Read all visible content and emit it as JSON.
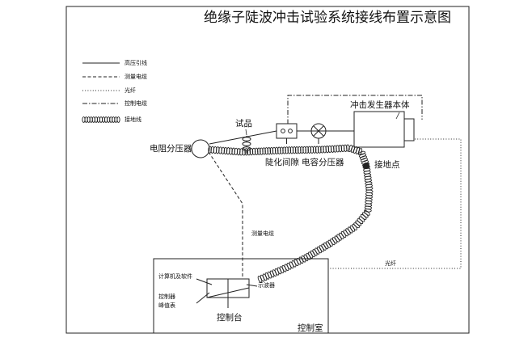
{
  "title": "绝缘子陡波冲击试验系统接线布置示意图",
  "legend": [
    {
      "label": "高压引线",
      "style": "solid"
    },
    {
      "label": "测量电缆",
      "style": "dashed"
    },
    {
      "label": "光纤",
      "style": "dotted"
    },
    {
      "label": "控制电缆",
      "style": "dashdot"
    },
    {
      "label": "接地线",
      "style": "coil"
    }
  ],
  "labels": {
    "specimen": "试品",
    "resistor_divider": "电阻分压器",
    "generator_body": "冲击发生器本体",
    "steepening_gap": "陡化间隙",
    "capacitive_divider": "电容分压器",
    "ground_point": "接地点",
    "measurement_cable": "测量电缆",
    "fiber": "光纤",
    "computer_software": "计算机及软件",
    "controller": "控制器",
    "peak_meter": "峰值表",
    "oscilloscope": "示波器",
    "console": "控制台",
    "control_room": "控制室"
  }
}
